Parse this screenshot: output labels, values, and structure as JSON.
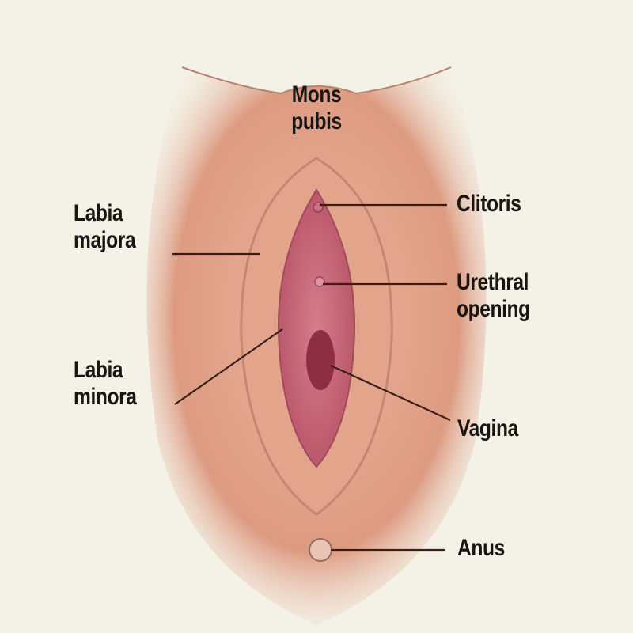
{
  "diagram": {
    "type": "anatomical-illustration",
    "subject": "External female genitalia (vulva), stylized schematic",
    "colors": {
      "background": "#f4f1e6",
      "skin": "#e8a88c",
      "skin_shadow": "#c97b66",
      "mucosa": "#c9667a",
      "mucosa_dark": "#8e2e45",
      "leader_line": "#3a1e16",
      "label_text": "#1a1512"
    },
    "labels": [
      {
        "id": "mons-pubis",
        "lines": [
          "Mons",
          "pubis"
        ],
        "side": "center"
      },
      {
        "id": "clitoris",
        "lines": [
          "Clitoris"
        ],
        "side": "right"
      },
      {
        "id": "labia-majora",
        "lines": [
          "Labia",
          "majora"
        ],
        "side": "left"
      },
      {
        "id": "urethral-opening",
        "lines": [
          "Urethral",
          "opening"
        ],
        "side": "right"
      },
      {
        "id": "labia-minora",
        "lines": [
          "Labia",
          "minora"
        ],
        "side": "left"
      },
      {
        "id": "vagina",
        "lines": [
          "Vagina"
        ],
        "side": "right"
      },
      {
        "id": "anus",
        "lines": [
          "Anus"
        ],
        "side": "right"
      }
    ]
  }
}
